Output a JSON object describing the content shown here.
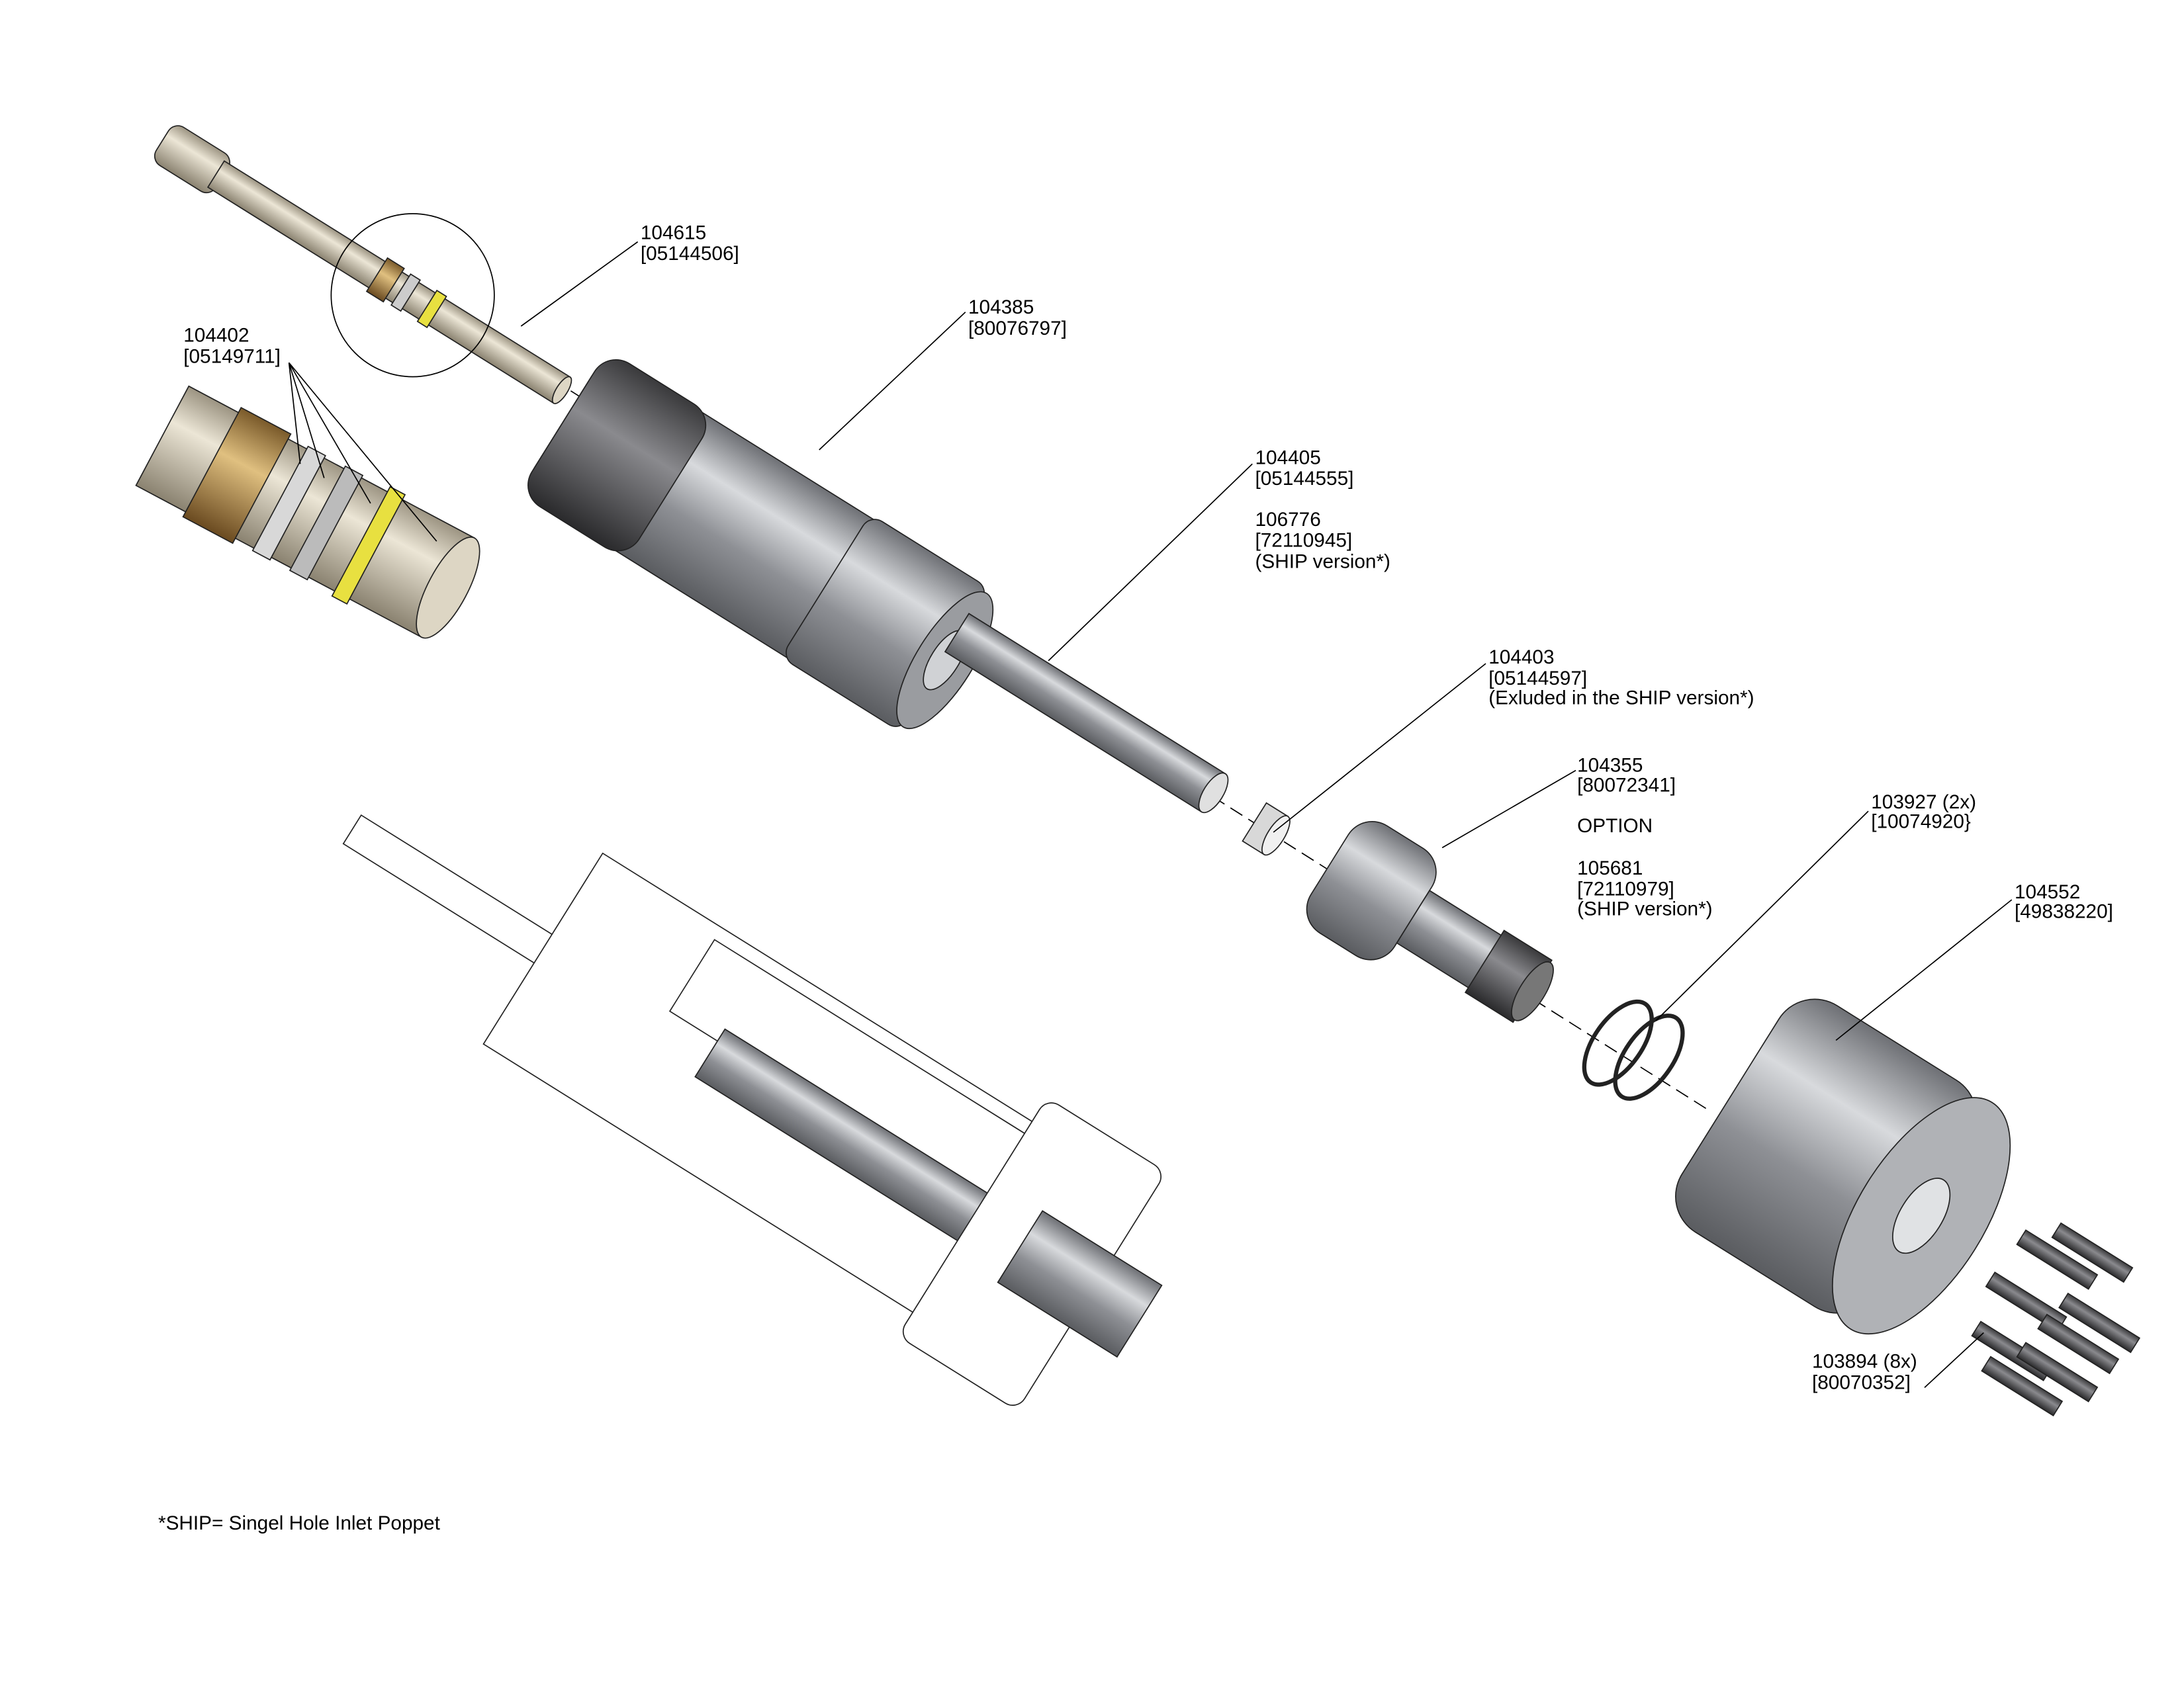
{
  "parts": {
    "p104615": {
      "number": "104615",
      "code": "[05144506]"
    },
    "p104385": {
      "number": "104385",
      "code": "[80076797]"
    },
    "p104402": {
      "number": "104402",
      "code": "[05149711]"
    },
    "p104405": {
      "number": "104405",
      "code": "[05144555]",
      "alt_number": "106776",
      "alt_code": "[72110945]",
      "alt_note": "(SHIP version*)"
    },
    "p104403": {
      "number": "104403",
      "code": "[05144597]",
      "note": "(Exluded in the SHIP version*)"
    },
    "p104355": {
      "number": "104355",
      "code": "[80072341]",
      "option_label": "OPTION",
      "alt_number": "105681",
      "alt_code": "[72110979]",
      "alt_note": "(SHIP version*)"
    },
    "p103927": {
      "number": "103927 (2x)",
      "code": "[10074920}"
    },
    "p104552": {
      "number": "104552",
      "code": "[49838220]"
    },
    "p103894": {
      "number": "103894 (8x)",
      "code": "[80070352]"
    }
  },
  "footnote": "*SHIP= Singel Hole Inlet Poppet",
  "colors": {
    "steel": "#9a9ca0",
    "brass": "#b8955a",
    "seal_yellow": "#e8e040",
    "beige": "#cfc6b0"
  }
}
